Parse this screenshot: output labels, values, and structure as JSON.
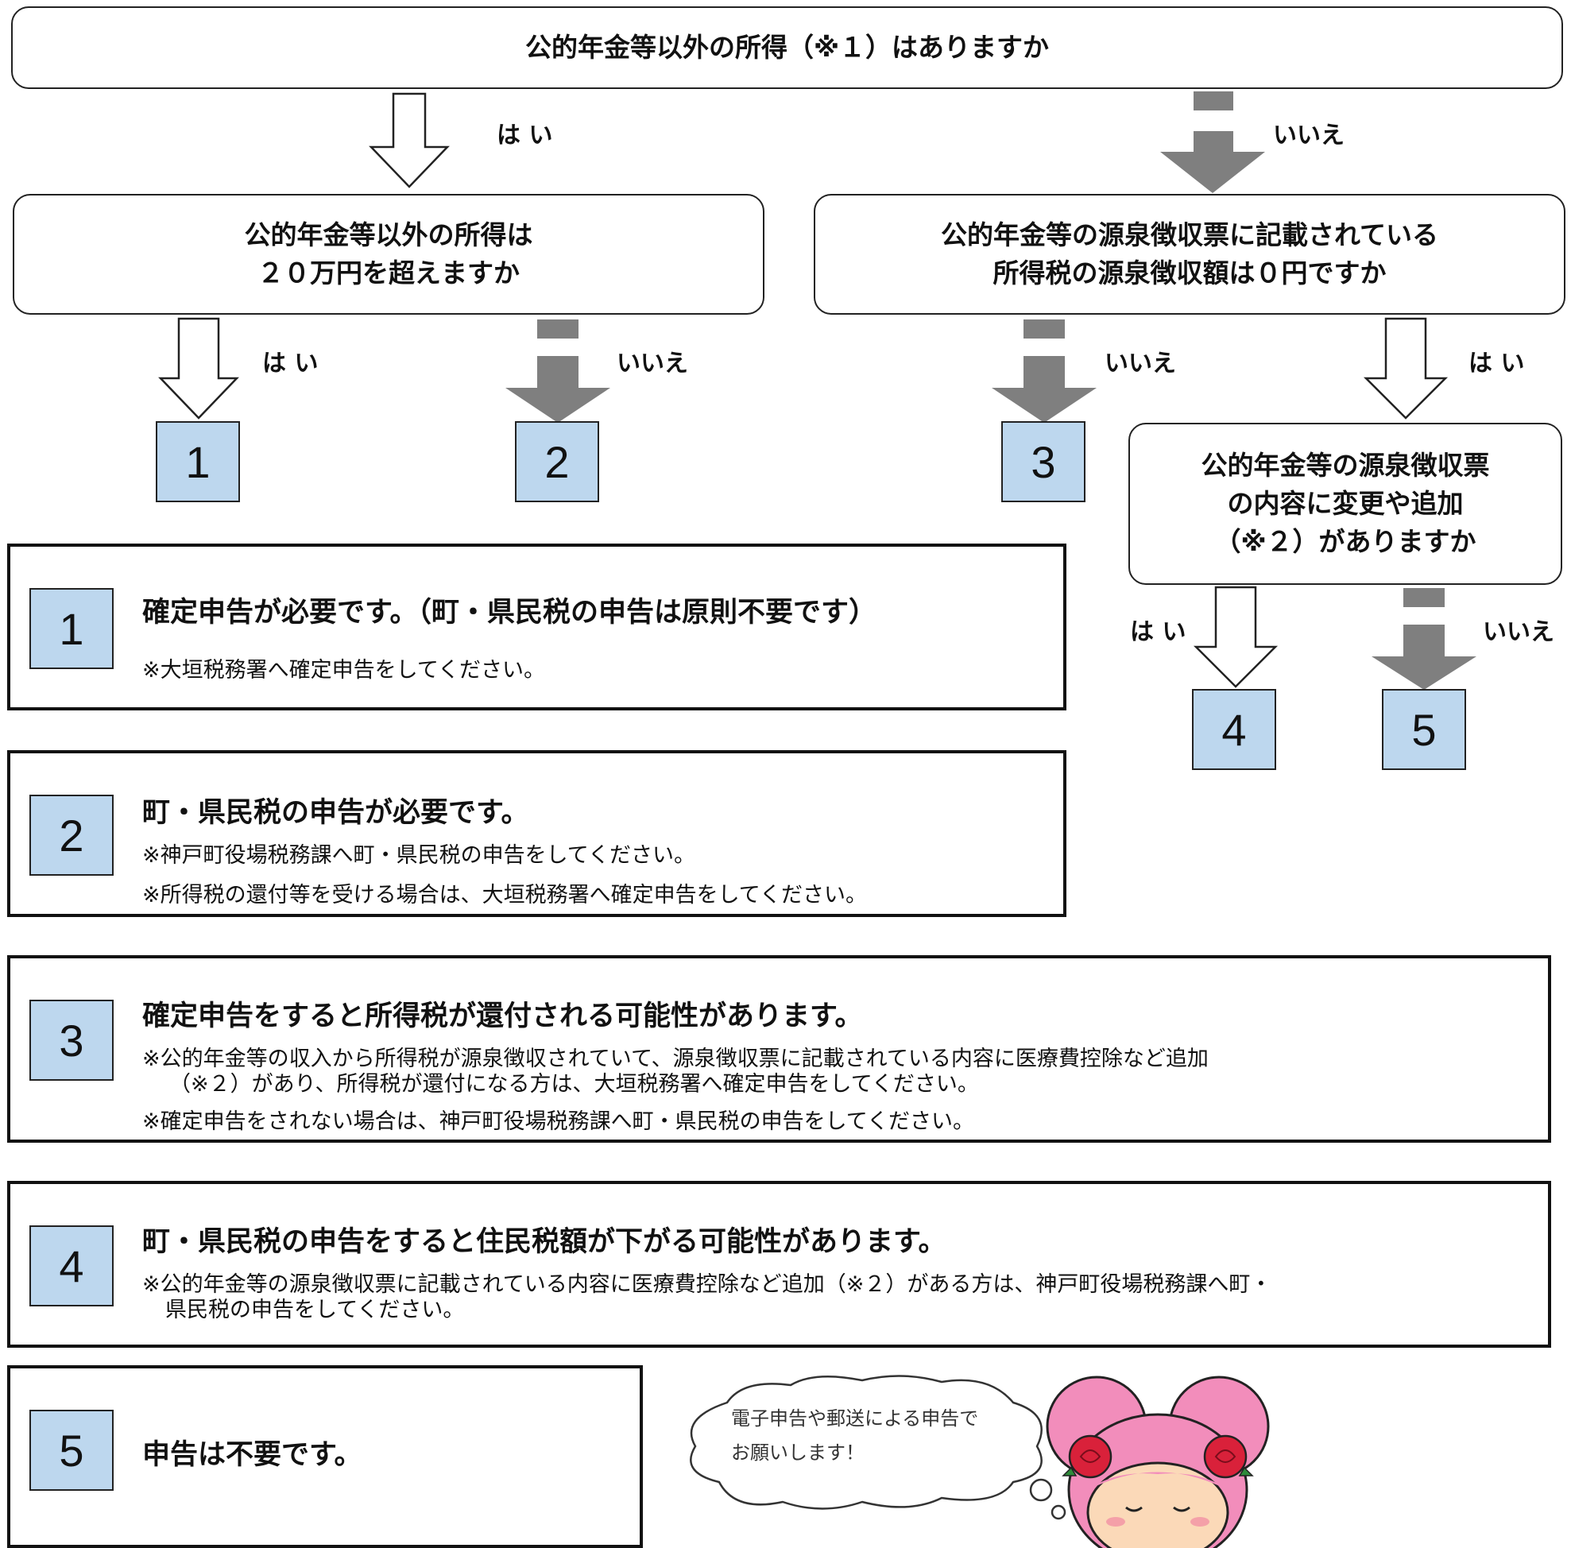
{
  "questions": {
    "q1": "公的年金等以外の所得（※１）はありますか",
    "q2_line1": "公的年金等以外の所得は",
    "q2_line2": "２０万円を超えますか",
    "q3_line1": "公的年金等の源泉徴収票に記載されている",
    "q3_line2": "所得税の源泉徴収額は０円ですか",
    "q4_line1": "公的年金等の源泉徴収票",
    "q4_line2": "の内容に変更や追加",
    "q4_line3": "（※２）がありますか"
  },
  "labels": {
    "yes": "は い",
    "no": "いいえ"
  },
  "outcome_numbers": [
    "1",
    "2",
    "3",
    "4",
    "5"
  ],
  "results": {
    "r1": {
      "num": "1",
      "title": "確定申告が必要です。（町・県民税の申告は原則不要です）",
      "notes": [
        "※大垣税務署へ確定申告をしてください。"
      ]
    },
    "r2": {
      "num": "2",
      "title": "町・県民税の申告が必要です。",
      "notes": [
        "※神戸町役場税務課へ町・県民税の申告をしてください。",
        "※所得税の還付等を受ける場合は、大垣税務署へ確定申告をしてください。"
      ]
    },
    "r3": {
      "num": "3",
      "title": "確定申告をすると所得税が還付される可能性があります。",
      "notes": [
        "※公的年金等の収入から所得税が源泉徴収されていて、源泉徴収票に記載されている内容に医療費控除など追加",
        "（※２）があり、所得税が還付になる方は、大垣税務署へ確定申告をしてください。",
        "※確定申告をされない場合は、神戸町役場税務課へ町・県民税の申告をしてください。"
      ]
    },
    "r4": {
      "num": "4",
      "title": "町・県民税の申告をすると住民税額が下がる可能性があります。",
      "notes": [
        "※公的年金等の源泉徴収票に記載されている内容に医療費控除など追加（※２）がある方は、神戸町役場税務課へ町・",
        "県民税の申告をしてください。"
      ]
    },
    "r5": {
      "num": "5",
      "title": "申告は不要です。"
    }
  },
  "bubble": {
    "line1": "電子申告や郵送による申告で",
    "line2": "お願いします！"
  },
  "colors": {
    "number_box_fill": "#bdd7ee",
    "yes_arrow_fill": "#ffffff",
    "no_arrow_fill": "#7f7f7f",
    "mascot_hair": "#f28dbb",
    "mascot_rose": "#d9213a",
    "mascot_face": "#fbd9b8"
  },
  "icons": {
    "yes_arrow": "hollow-down-arrow-icon",
    "no_arrow": "gray-dashed-down-arrow-icon",
    "mascot": "mascot-girl-with-roses-icon"
  }
}
